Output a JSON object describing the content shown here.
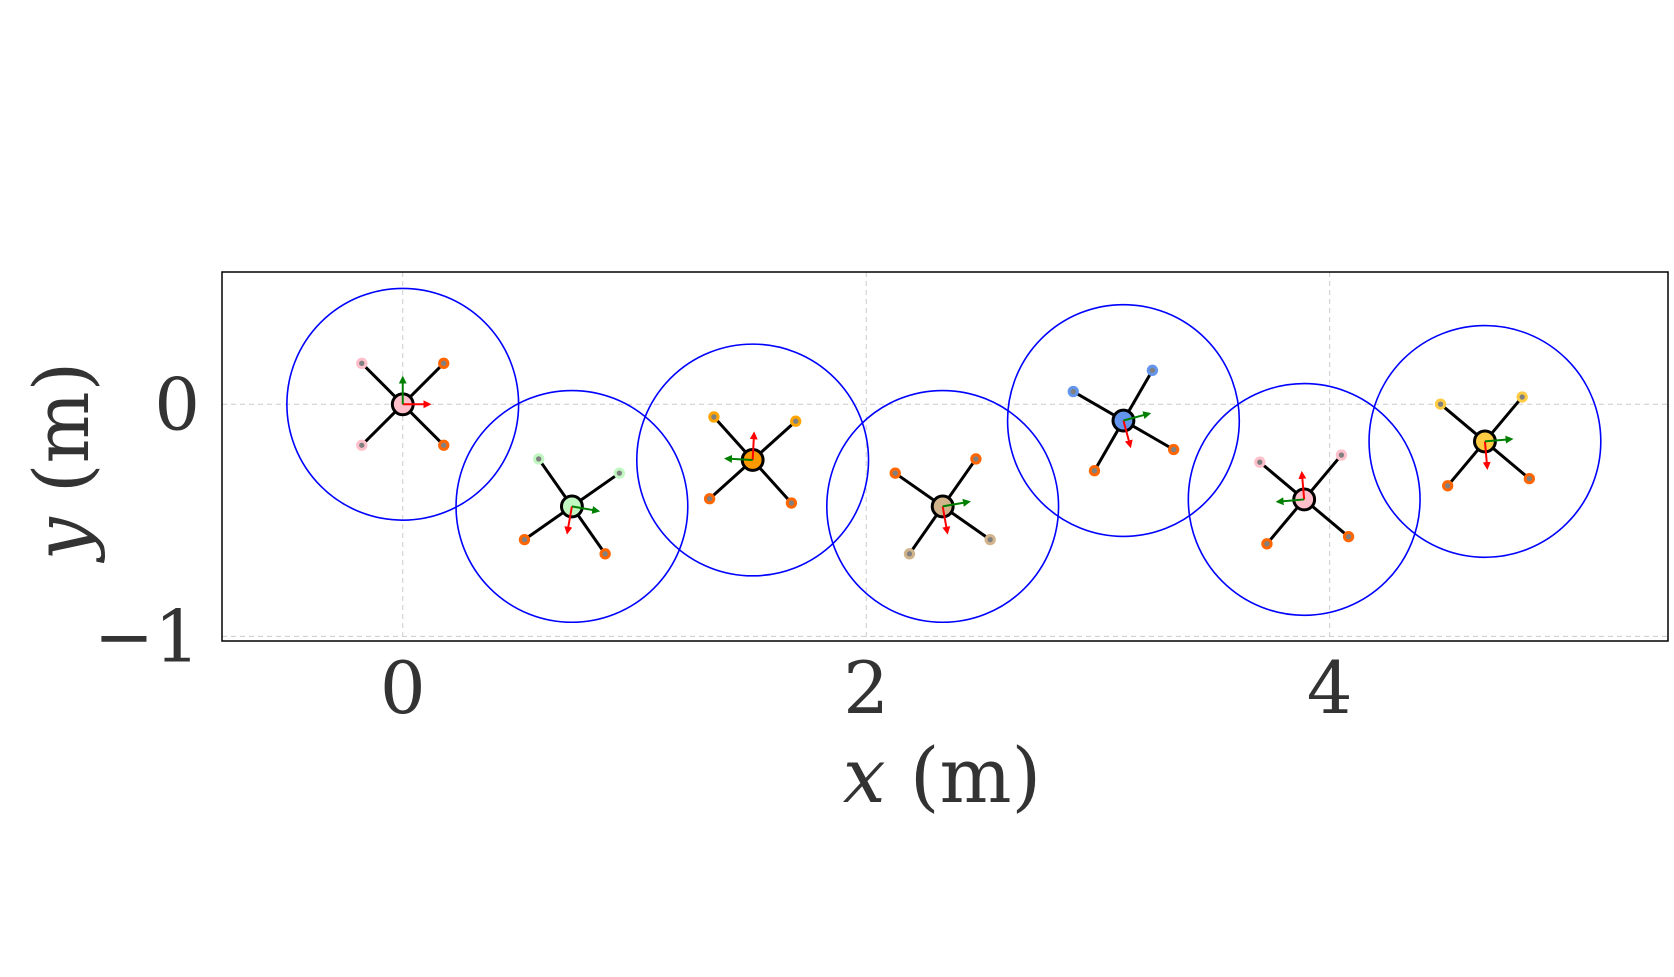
{
  "chart_data": {
    "type": "scatter",
    "xlabel": {
      "var": "x",
      "unit": "(m)"
    },
    "ylabel": {
      "var": "y",
      "unit": "(m)"
    },
    "xlim": [
      -0.78,
      5.46
    ],
    "ylim": [
      -1.02,
      0.57
    ],
    "xticks": [
      0,
      2,
      4
    ],
    "xtick_labels": [
      "0",
      "2",
      "4"
    ],
    "yticks": [
      0,
      -1
    ],
    "ytick_labels": [
      "0",
      "−1"
    ],
    "grid": true,
    "safety_radius": 0.5,
    "ring_color": "#0000ff",
    "robots": [
      {
        "x": 0.0,
        "y": 0.0,
        "color": "#ffc0cb",
        "heading_deg": 0,
        "cam_colors": [
          "#ff6600",
          "#ff6600",
          "#ffc0cb",
          "#ffc0cb"
        ]
      },
      {
        "x": 0.73,
        "y": -0.44,
        "color": "#c1f7c1",
        "heading_deg": -100,
        "cam_colors": [
          "#ff6600",
          "#ff6600",
          "#c1f7c1",
          "#c1f7c1"
        ]
      },
      {
        "x": 1.51,
        "y": -0.24,
        "color": "#ff9900",
        "heading_deg": 87,
        "cam_colors": [
          "#ffa500",
          "#ffa500",
          "#ff6600",
          "#ff6600"
        ]
      },
      {
        "x": 2.33,
        "y": -0.44,
        "color": "#d2b48c",
        "heading_deg": -80,
        "cam_colors": [
          "#d2b48c",
          "#d2b48c",
          "#ff6600",
          "#ff6600"
        ]
      },
      {
        "x": 3.11,
        "y": -0.07,
        "color": "#6495ed",
        "heading_deg": -75,
        "cam_colors": [
          "#ff6600",
          "#ff6600",
          "#6495ed",
          "#6495ed"
        ]
      },
      {
        "x": 3.89,
        "y": -0.41,
        "color": "#ffc0cb",
        "heading_deg": 95,
        "cam_colors": [
          "#ffc0cb",
          "#ffc0cb",
          "#ff6600",
          "#ff6600"
        ]
      },
      {
        "x": 4.67,
        "y": -0.16,
        "color": "#ffcc44",
        "heading_deg": -85,
        "cam_colors": [
          "#ff6600",
          "#ff6600",
          "#ffcc44",
          "#ffcc44"
        ]
      }
    ]
  }
}
